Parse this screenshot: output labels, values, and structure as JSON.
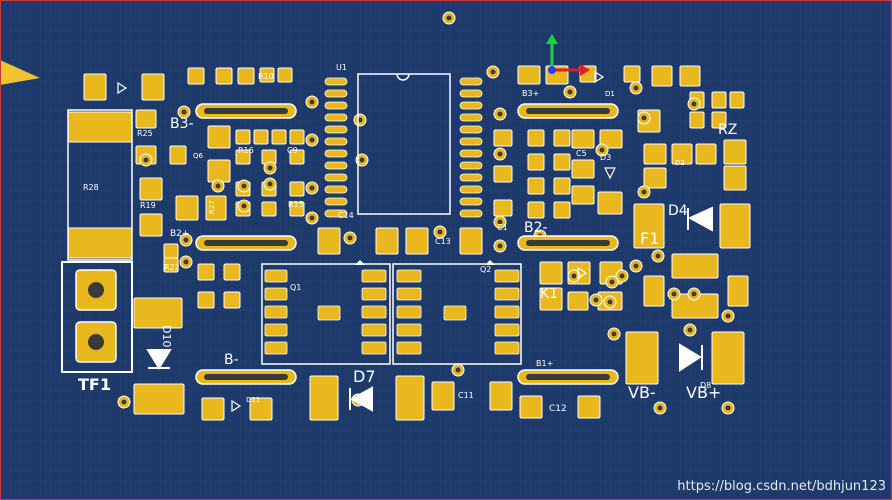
{
  "colors": {
    "board": "#1d3a6b",
    "pad": "#e8b81e",
    "pad_edge": "#ffffff",
    "hole": "#3a3a3a",
    "silk": "#ffffff",
    "axis_x": "#e02020",
    "axis_y": "#20d040",
    "axis_z": "#2040ff"
  },
  "labels": {
    "u1": "U1",
    "q1": "Q1",
    "q2": "Q2",
    "q6": "Q6",
    "d1": "D1",
    "d2": "D2",
    "d3": "D3",
    "d4": "D4",
    "d7": "D7",
    "d8": "D8",
    "d10": "D10",
    "d11": "D11",
    "r10": "R10",
    "r19": "R19",
    "r22": "R22",
    "r28": "R28",
    "r25": "R25",
    "r15": "R15",
    "r16": "R16",
    "r27": "R27",
    "c9": "C9",
    "c11": "C11",
    "c12": "C12",
    "c13": "C13",
    "c14": "C14",
    "c1": "C1",
    "c5": "C5",
    "b3plus_left": "B3-",
    "b3plus": "B3+",
    "b2plus": "B2+",
    "b2minus": "B2-",
    "bminus": "B-",
    "b1plus": "B1+",
    "f1": "F1",
    "tf1": "TF1",
    "vbminus": "VB-",
    "vbplus": "VB+",
    "k1": "K1",
    "rz": "RZ"
  },
  "watermark": "https://blog.csdn.net/bdhjun123"
}
